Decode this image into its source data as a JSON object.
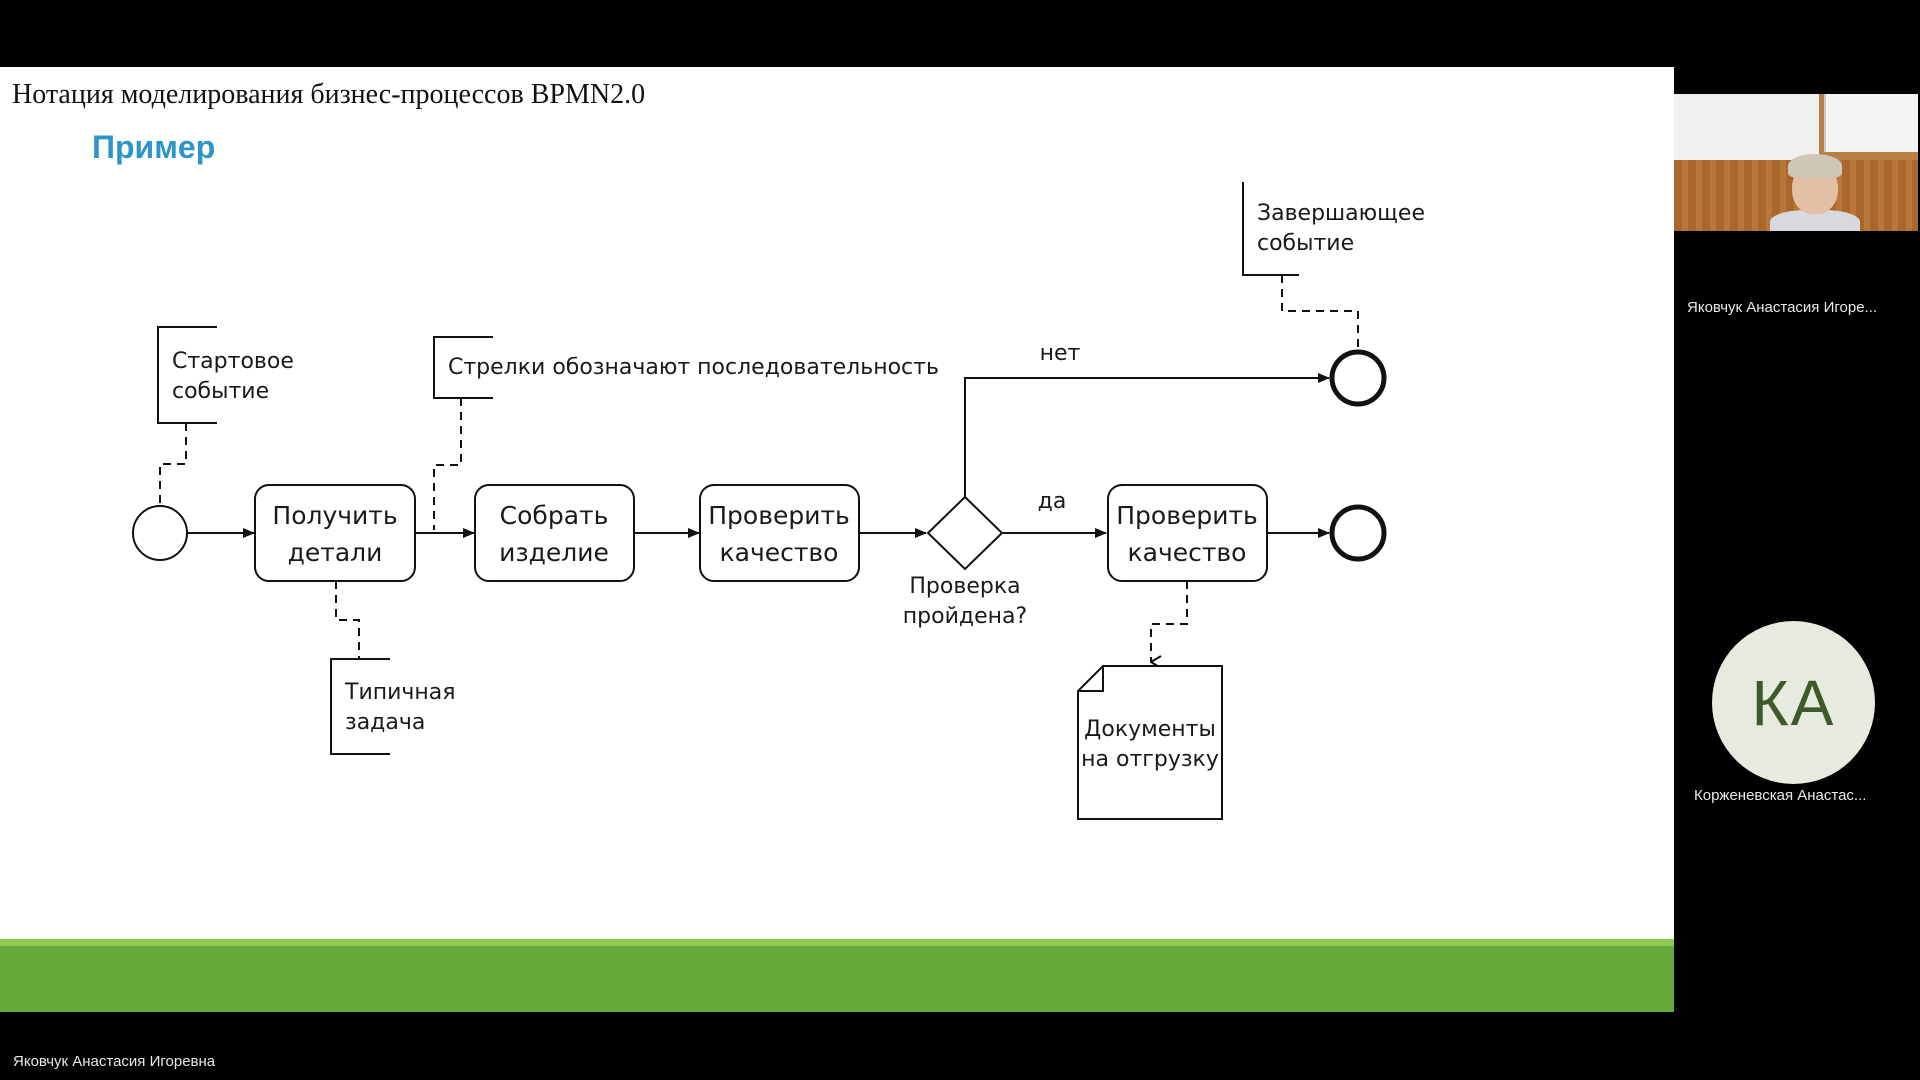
{
  "slide": {
    "title": "Нотация моделирования бизнес-процессов BPMN2.0",
    "subtitle": "Пример"
  },
  "diagram": {
    "annotations": {
      "start_event_line1": "Стартовое",
      "start_event_line2": "событие",
      "arrows": "Стрелки обозначают последовательность",
      "end_event_line1": "Завершающее",
      "end_event_line2": "событие",
      "typical_task_line1": "Типичная",
      "typical_task_line2": "задача"
    },
    "tasks": [
      {
        "line1": "Получить",
        "line2": "детали"
      },
      {
        "line1": "Собрать",
        "line2": "изделие"
      },
      {
        "line1": "Проверить",
        "line2": "качество"
      },
      {
        "line1": "Проверить",
        "line2": "качество"
      }
    ],
    "gateway": {
      "line1": "Проверка",
      "line2": "пройдена?"
    },
    "flow_labels": {
      "no": "нет",
      "yes": "да"
    },
    "document": {
      "line1": "Документы",
      "line2": "на отгрузку"
    }
  },
  "meeting": {
    "presenter_name": "Яковчук Анастасия Игоревна",
    "tile_name": "Яковчук Анастасия Игоре...",
    "participant_initials": "КА",
    "participant_name": "Корженевская Анастас..."
  },
  "colors": {
    "accent_blue": "#2e96c6",
    "green_bar": "#67a83a",
    "avatar_bg": "#e6eadf"
  }
}
